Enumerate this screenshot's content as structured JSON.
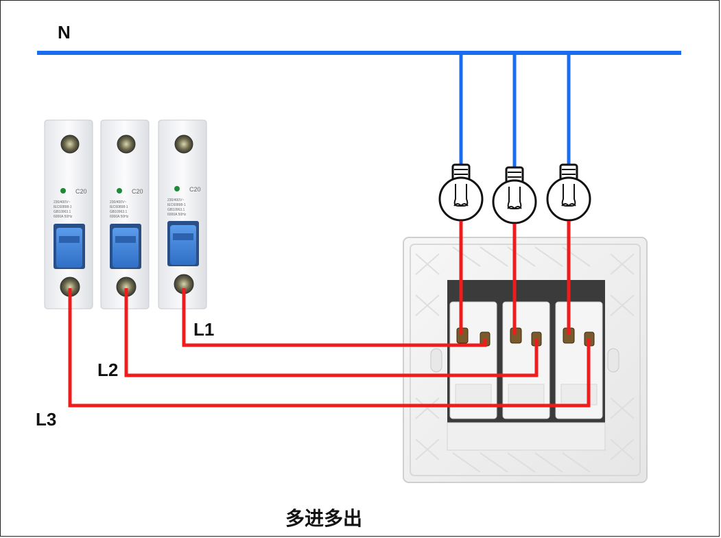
{
  "diagram": {
    "neutral_label": "N",
    "lines": [
      {
        "label": "L1"
      },
      {
        "label": "L2"
      },
      {
        "label": "L3"
      }
    ],
    "breaker": {
      "rating": "C20",
      "spec_line1": "230/400V~",
      "spec_line2": "IEC60898-1",
      "spec_line3": "GB10963.1",
      "spec_line4": "6000A 50Hz"
    },
    "caption": "多进多出",
    "colors": {
      "neutral_wire": "#1a6cf0",
      "live_wire": "#ee1c1c",
      "breaker_toggle": "#3a7fd6"
    }
  }
}
